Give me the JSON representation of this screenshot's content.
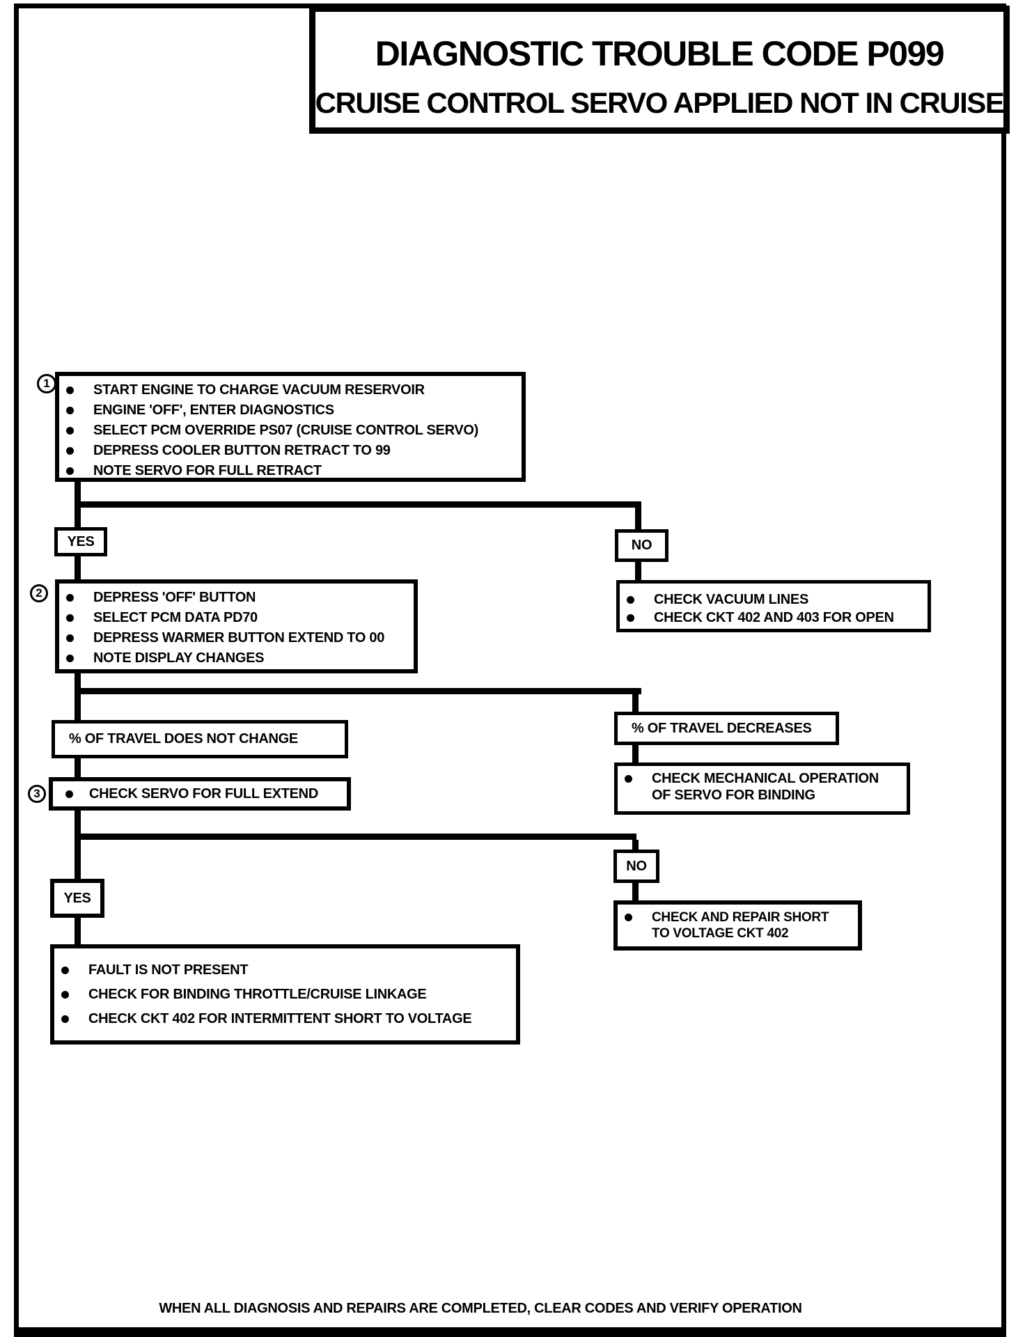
{
  "title": {
    "line1": "DIAGNOSTIC TROUBLE CODE P099",
    "line2": "CRUISE CONTROL SERVO APPLIED NOT IN CRUISE"
  },
  "steps": {
    "step1": {
      "number": "1",
      "items": [
        "START ENGINE TO CHARGE VACUUM RESERVOIR",
        "ENGINE 'OFF', ENTER DIAGNOSTICS",
        "SELECT PCM  OVERRIDE PS07 (CRUISE CONTROL SERVO)",
        "DEPRESS COOLER BUTTON RETRACT TO 99",
        "NOTE SERVO FOR FULL RETRACT"
      ]
    },
    "yes1": "YES",
    "no1": "NO",
    "no1_action": {
      "items": [
        "CHECK VACUUM LINES",
        "CHECK CKT 402 AND 403 FOR OPEN"
      ]
    },
    "step2": {
      "number": "2",
      "items": [
        "DEPRESS 'OFF' BUTTON",
        "SELECT PCM DATA PD70",
        "DEPRESS WARMER BUTTON EXTEND TO 00",
        "NOTE DISPLAY CHANGES"
      ]
    },
    "branch_no_change": "% OF TRAVEL DOES NOT CHANGE",
    "branch_decreases": "% OF TRAVEL DECREASES",
    "decrease_action": {
      "line1": "CHECK MECHANICAL OPERATION",
      "line2": "OF SERVO FOR BINDING"
    },
    "step3": {
      "number": "3",
      "item": "CHECK SERVO FOR FULL EXTEND"
    },
    "yes2": "YES",
    "no2": "NO",
    "no2_action": {
      "line1": "CHECK AND REPAIR SHORT",
      "line2": "TO VOLTAGE CKT 402"
    },
    "yes2_action": {
      "items": [
        "FAULT IS NOT PRESENT",
        "CHECK FOR BINDING THROTTLE/CRUISE LINKAGE",
        "CHECK CKT 402 FOR INTERMITTENT SHORT TO VOLTAGE"
      ]
    }
  },
  "footer": {
    "note": "WHEN ALL DIAGNOSIS AND REPAIRS ARE COMPLETED, CLEAR CODES AND VERIFY OPERATION"
  },
  "colors": {
    "ink": "#000000",
    "paper": "#ffffff"
  }
}
